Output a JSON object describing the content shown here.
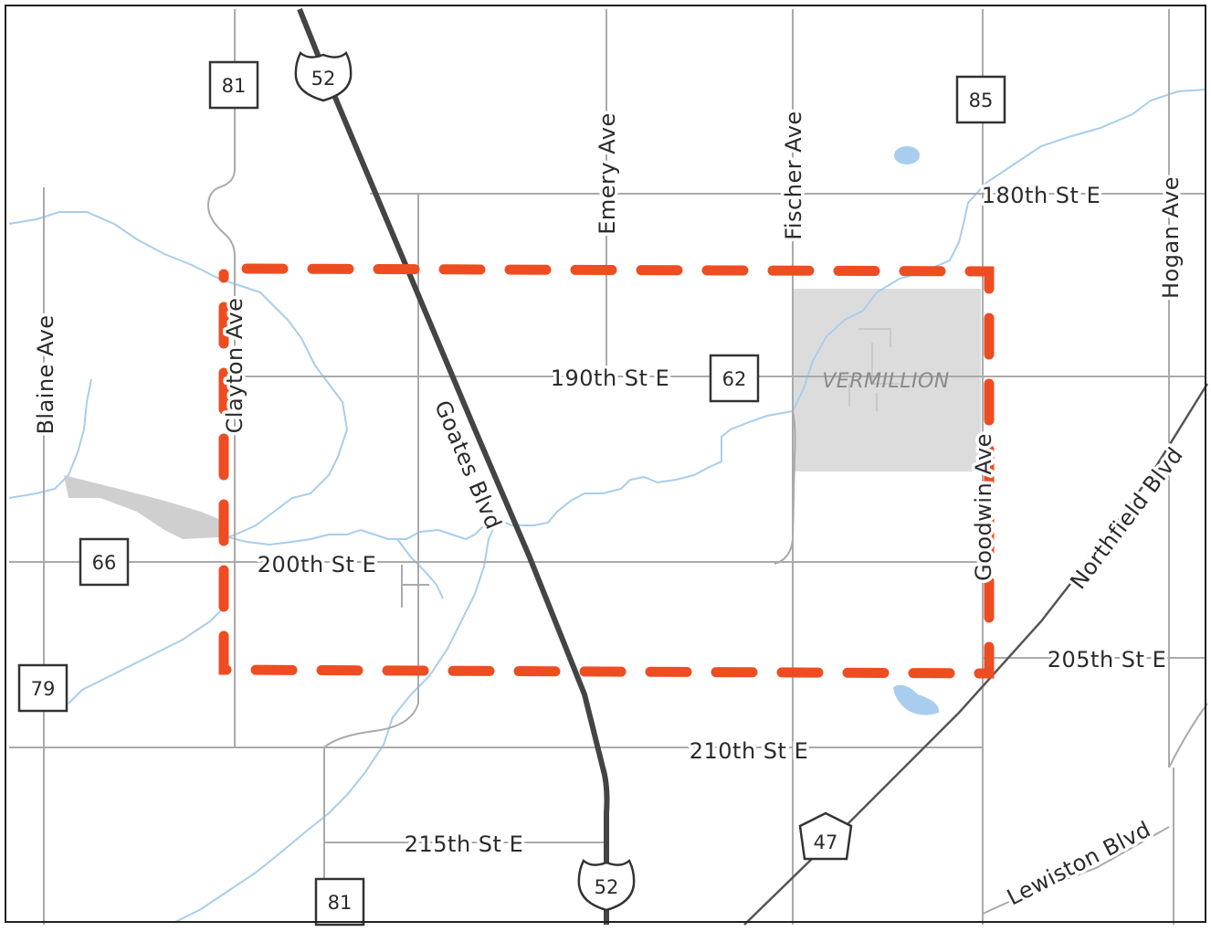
{
  "roads": {
    "blaine": "Blaine Ave",
    "clayton": "Clayton Ave",
    "emery": "Emery Ave",
    "fischer": "Fischer Ave",
    "goodwin": "Goodwin Ave",
    "hogan": "Hogan Ave",
    "goates": "Goates Blvd",
    "northfield": "Northfield Blvd",
    "lewiston": "Lewiston Blvd",
    "st180": "180th St E",
    "st190": "190th St E",
    "st200": "200th St E",
    "st205": "205th St E",
    "st210": "210th St E",
    "st215": "215th St E"
  },
  "shields": {
    "us52_top": "52",
    "us52_bottom": "52",
    "r81_top": "81",
    "r81_bottom": "81",
    "r85": "85",
    "r62": "62",
    "r66": "66",
    "r79": "79",
    "r47": "47"
  },
  "places": {
    "town": "VERMILLION"
  },
  "colors": {
    "boundary": "#ee4d22",
    "river": "#a8cdee",
    "highway": "#444444",
    "road": "#aaaaaa",
    "town_area": "#dcdcdc"
  }
}
